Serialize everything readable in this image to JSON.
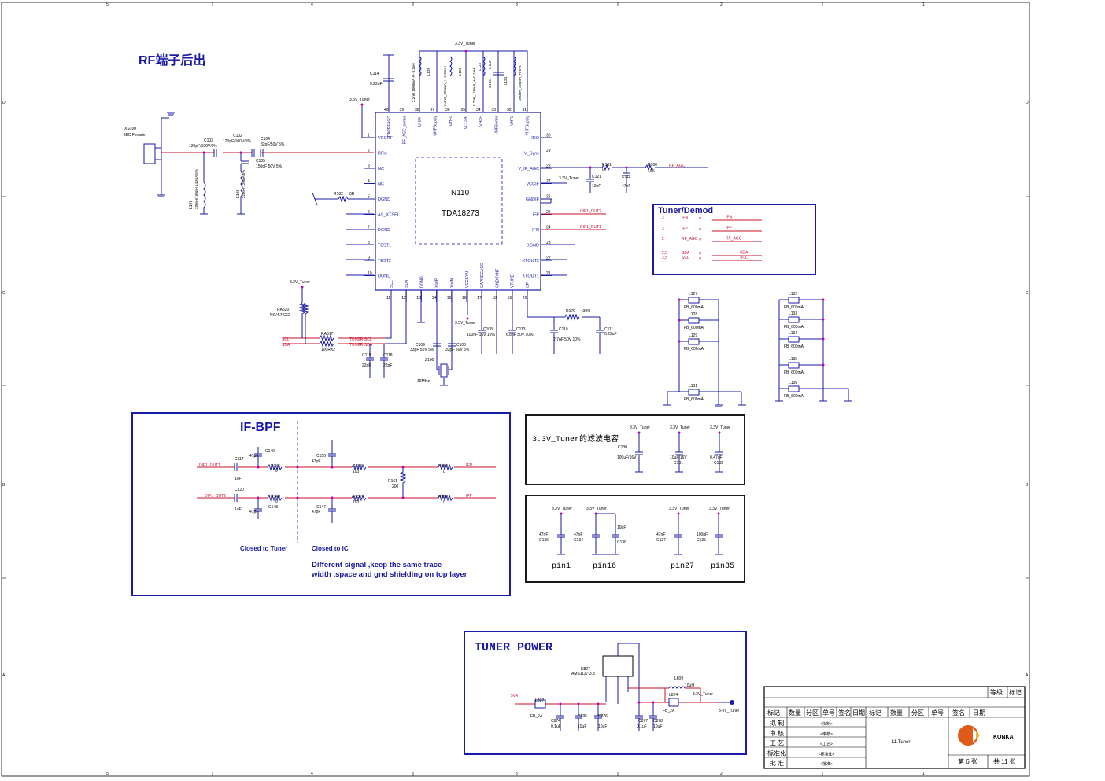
{
  "title": "RF端子后出",
  "chip": {
    "ref": "N110",
    "part": "TDA18273"
  },
  "chip_left_pins": [
    {
      "num": "1",
      "name": "VCCRF"
    },
    {
      "num": "2",
      "name": "RFin"
    },
    {
      "num": "3",
      "name": "NC"
    },
    {
      "num": "4",
      "name": "NC"
    },
    {
      "num": "5",
      "name": "DGND"
    },
    {
      "num": "6",
      "name": "AS_XTSEL"
    },
    {
      "num": "7",
      "name": "DGND"
    },
    {
      "num": "8",
      "name": "TEST1"
    },
    {
      "num": "9",
      "name": "TEST2"
    },
    {
      "num": "10",
      "name": "DGND"
    }
  ],
  "chip_right_pins": [
    {
      "num": "30",
      "name": "IRQ"
    },
    {
      "num": "29",
      "name": "V_Sync"
    },
    {
      "num": "28",
      "name": "V_IF_AGC"
    },
    {
      "num": "27",
      "name": "VCCIF"
    },
    {
      "num": "26",
      "name": "GNDIF"
    },
    {
      "num": "25",
      "name": "IFP"
    },
    {
      "num": "24",
      "name": "IFN"
    },
    {
      "num": "23",
      "name": "DGND"
    },
    {
      "num": "22",
      "name": "XTOUT2"
    },
    {
      "num": "21",
      "name": "XTOUT1"
    }
  ],
  "chip_top_pins": [
    {
      "num": "40",
      "name": "CAPRFAGC"
    },
    {
      "num": "39",
      "name": "RF_AGC_sense"
    },
    {
      "num": "38",
      "name": "UHFH"
    },
    {
      "num": "37",
      "name": "UHFSupply"
    },
    {
      "num": "36",
      "name": "UHFL"
    },
    {
      "num": "35",
      "name": "VCCRF"
    },
    {
      "num": "34",
      "name": "VHFH"
    },
    {
      "num": "33",
      "name": "VHFSense"
    },
    {
      "num": "32",
      "name": "VHFL"
    },
    {
      "num": "31",
      "name": "VHFSupply"
    }
  ],
  "chip_bottom_pins": [
    {
      "num": "11",
      "name": "SCL"
    },
    {
      "num": "12",
      "name": "SDA"
    },
    {
      "num": "13",
      "name": "DGND"
    },
    {
      "num": "14",
      "name": "XtalP"
    },
    {
      "num": "15",
      "name": "XtalN"
    },
    {
      "num": "16",
      "name": "VCCSYN"
    },
    {
      "num": "17",
      "name": "CAPREGVCO"
    },
    {
      "num": "18",
      "name": "GNDSYNT"
    },
    {
      "num": "19",
      "name": "VTUNE"
    },
    {
      "num": "20",
      "name": "CP"
    }
  ],
  "rf_labels": {
    "connector": "XS100",
    "connector_desc": "IEC Female",
    "c103": "C103",
    "c103_val": "120pF/100V/5%",
    "c102": "C102",
    "c102_val": "120pF/100V/5%",
    "c104": "C104",
    "c104_val": "82pF/50V 5%",
    "c105": "C105",
    "c105_val": "150pF 50V 5%",
    "l107": "L107",
    "l107_val": "330nH/180nH 140mA 5%",
    "l108": "L108",
    "l108_val": "220nH 120mA 5%",
    "c114": "C114",
    "c114_val": "0.22uF",
    "l126": "L126",
    "l126_val": "2.2nH 1000mA +/- 0.2nH",
    "l125": "L125",
    "l125_val": "2.4nH_250mA_+/-0.05nH",
    "l123": "L123",
    "l123_val": "8.2nH_110mA_+/-0.1nH",
    "c126": "C126",
    "c126_val": "0.1uF",
    "l124": "L124",
    "l124_val": "100nH_150mA_+/-5%",
    "r182": "R182",
    "r182_val": "0R",
    "r181": "R181",
    "r181_val": "0",
    "c112": "C112",
    "c112_val": "47nF",
    "c121": "C121",
    "c121_val": "10nF",
    "r180": "R180",
    "r180_val": "10K",
    "ra520": "RA520",
    "ra520_val": "NC/4.7KX2",
    "ra517": "RA517",
    "ra517_val": "100RX2",
    "c119": "C119",
    "c119_val": "22pF",
    "c118": "C118",
    "c118_val": "22pF",
    "c109": "C109",
    "c109_val": "33pF 50V 5%",
    "c106": "C106",
    "c106_val": "33pF 50V 5%",
    "z100": "Z100",
    "z100_val": "16MHz",
    "c108": "C108",
    "c108_val": "100nF 16V 10%",
    "c113": "C113",
    "c113_val": "6.8nF 50V 10%",
    "c110": "C110",
    "c110_val": "2.7nF 50V 10%",
    "c111": "C111",
    "c111_val": "0.22uF",
    "r179": "R179",
    "r179_val": "430R"
  },
  "nets": {
    "tuner": "3.3V_Tuner",
    "rf_agc": "RF_AGC",
    "dif2": "DIF1_OUT2",
    "dif1": "DIF1_OUT1",
    "scl": "SCL",
    "sda": "SDA",
    "tuner_scl": "TUNER-SCL",
    "tuner_sda": "TUNER-SDA",
    "ifn": "IFN",
    "ifp": "IFP",
    "sva": "5VA",
    "tuner_out": "3-3V_Tuner"
  },
  "demod": {
    "title": "Tuner/Demod",
    "rows": [
      {
        "num": "2",
        "name": "IFN",
        "net": "IFN"
      },
      {
        "num": "2",
        "name": "IFP",
        "net": "IFP"
      },
      {
        "num": "2",
        "name": "RF_AGC",
        "net": "RF_AGC"
      },
      {
        "num": "2,5",
        "name": "SDA",
        "net": "SDA"
      },
      {
        "num": "2,5",
        "name": "SCL",
        "net": "SCL"
      }
    ]
  },
  "beads_left": [
    {
      "ref": "L127",
      "val": "FB_600mA"
    },
    {
      "ref": "L128",
      "val": "FB_600mA"
    },
    {
      "ref": "L129",
      "val": "FB_600mA"
    },
    {
      "ref": "L131",
      "val": "FB_600mA"
    }
  ],
  "beads_right": [
    {
      "ref": "L132",
      "val": "FB_600mA"
    },
    {
      "ref": "L133",
      "val": "FB_600mA"
    },
    {
      "ref": "L134",
      "val": "FB_600mA"
    },
    {
      "ref": "L135",
      "val": "FB_600mA"
    },
    {
      "ref": "L136",
      "val": "FB_600mA"
    }
  ],
  "ifbpf": {
    "title": "IF-BPF",
    "c117": "C117",
    "c117_val": "1uF",
    "c120": "C120",
    "c120_val": "1uF",
    "c149": "C149",
    "c149_val": "47pF",
    "c148": "C148",
    "c148_val": "47pF",
    "r146": "R146",
    "r146_val": "0",
    "r149": "R149",
    "r149_val": "0",
    "c150": "C150",
    "c150_val": "47pF",
    "c147": "C147",
    "c147_val": "47pF",
    "r158": "R158",
    "r158_val": "100",
    "r157": "R157",
    "r157_val": "100",
    "r161": "R161",
    "r161_val": "200",
    "r159": "R159",
    "r159_val": "0",
    "r160": "R160",
    "r160_val": "0",
    "note1": "Closed to Tuner",
    "note2": "Closed to IC",
    "note3": "Different signal ,keep the same trace",
    "note4": "width ,space  and gnd shielding on top layer"
  },
  "filter_box": {
    "title": "3.3V_Tuner的滤波电容",
    "caps": [
      {
        "ref": "C130",
        "val": "100uF/16V"
      },
      {
        "ref": "C131",
        "val": "10uF/16V"
      },
      {
        "ref": "C132",
        "val": "0.47uF"
      }
    ]
  },
  "pin_box": {
    "caps": [
      {
        "ref": "C136",
        "val": "47nF"
      },
      {
        "ref": "C134",
        "val": "47nF"
      },
      {
        "ref": "C138",
        "val": "10pF"
      },
      {
        "ref": "C137",
        "val": "47nF"
      },
      {
        "ref": "C135",
        "val": "100pF"
      }
    ],
    "labels": [
      "pin1",
      "pin16",
      "pin27",
      "pin35"
    ]
  },
  "power": {
    "title": "TUNER POWER",
    "reg": "N807",
    "reg_part": "AMS1117-3.3",
    "l827": "L827",
    "l827_val": "FB_2A",
    "l824": "L824",
    "l824_val": "FB_2A",
    "l809": "L809",
    "l809_val": "10uH",
    "c874": "C874",
    "c874_val": "0.1uF",
    "c895": "C895",
    "c895_val": "10uF",
    "c876": "C876",
    "c876_val": "10uF",
    "c877": "C877",
    "c877_val": "0.1uF",
    "c878": "C878",
    "c878_val": "10uF"
  },
  "title_block": {
    "grade": "等级",
    "mark": "标记",
    "headers": [
      "标记",
      "数量",
      "分区",
      "单号",
      "签名",
      "日期",
      "标记",
      "数量",
      "分区",
      "单号",
      "签名",
      "日期"
    ],
    "rows": [
      {
        "label": "拟  制",
        "value": "<拟制>"
      },
      {
        "label": "审  核",
        "value": "<审核>"
      },
      {
        "label": "工  艺",
        "value": "<工艺>"
      },
      {
        "label": "标准化",
        "value": "<标准化>"
      },
      {
        "label": "批  准",
        "value": "<批准>"
      }
    ],
    "sheet_name": "11.Tuner",
    "logo_text": "KONKA",
    "page_this": "第 6 张",
    "page_total": "共 11 张"
  },
  "frame": {
    "top_ticks": [
      "5",
      "4",
      "3",
      "2",
      "1"
    ],
    "side_ticks": [
      "D",
      "C",
      "B",
      "A"
    ]
  },
  "colors": {
    "net": "#c8102e",
    "wire": "#1a1aa6",
    "title": "#1a1aa6",
    "junction": "#c000c0"
  }
}
